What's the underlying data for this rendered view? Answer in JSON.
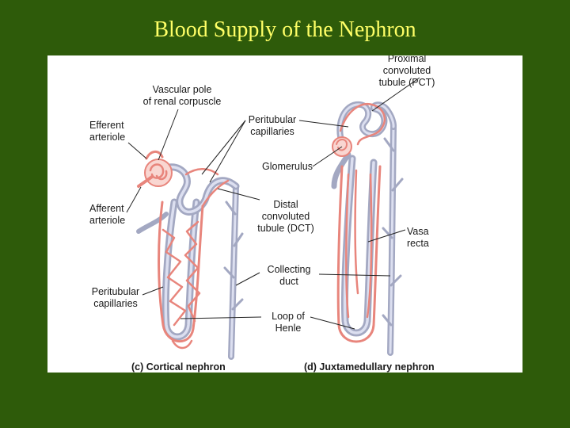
{
  "title": "Blood Supply of the Nephron",
  "labels": {
    "proximal": [
      "Proximal",
      "convoluted",
      "tubule (PCT)"
    ],
    "vascular_pole": [
      "Vascular pole",
      "of renal corpuscle"
    ],
    "efferent": [
      "Efferent",
      "arteriole"
    ],
    "peritubular_top": [
      "Peritubular",
      "capillaries"
    ],
    "glomerulus": [
      "Glomerulus"
    ],
    "afferent": [
      "Afferent",
      "arteriole"
    ],
    "distal": [
      "Distal",
      "convoluted",
      "tubule (DCT)"
    ],
    "vasa_recta": [
      "Vasa",
      "recta"
    ],
    "collecting": [
      "Collecting",
      "duct"
    ],
    "peritubular_bottom": [
      "Peritubular",
      "capillaries"
    ],
    "loop": [
      "Loop of",
      "Henle"
    ]
  },
  "captions": {
    "cortical": "(c) Cortical nephron",
    "juxtamedullary": "(d) Juxtamedullary nephron"
  },
  "colors": {
    "background": "#2e5b0a",
    "title": "#ffff66",
    "capillary": "#e8857c",
    "tubule": "#a3a8c2"
  }
}
